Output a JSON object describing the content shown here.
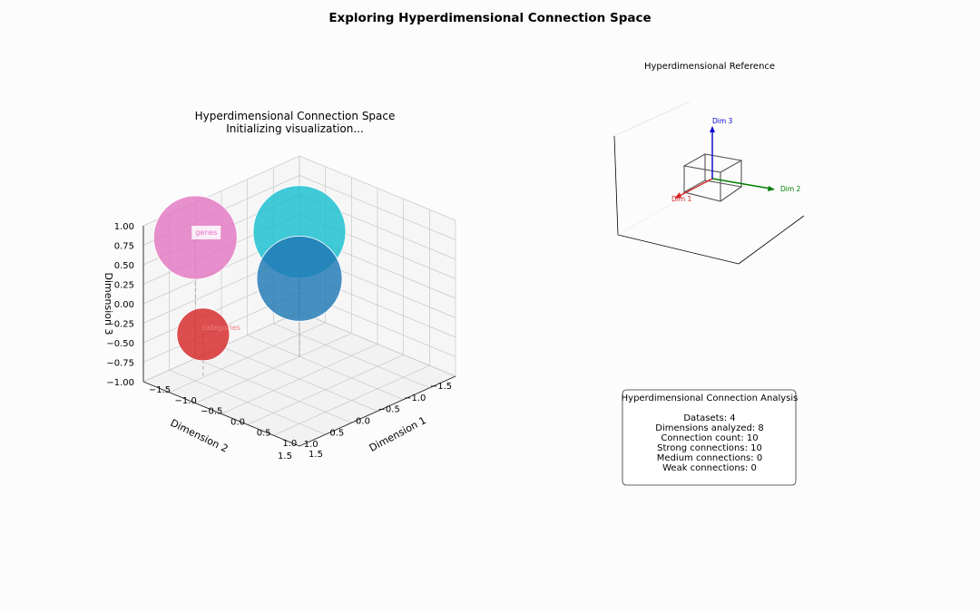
{
  "figure": {
    "suptitle": "Exploring Hyperdimensional Connection Space"
  },
  "main_plot": {
    "title_line1": "Hyperdimensional Connection Space",
    "title_line2": "Initializing visualization..."
  },
  "chart_data": [
    {
      "type": "scatter3d",
      "xlabel": "Dimension 1",
      "ylabel": "Dimension 2",
      "zlabel": "Dimension 3",
      "xlim": [
        -1.5,
        1.5
      ],
      "ylim": [
        -1.5,
        1.5
      ],
      "zlim": [
        -1.0,
        1.0
      ],
      "xticks": [
        "−1.5",
        "−1.0",
        "−0.5",
        "0.0",
        "0.5",
        "1.0",
        "1.5"
      ],
      "yticks": [
        "−1.5",
        "−1.0",
        "−0.5",
        "0.0",
        "0.5",
        "1.0",
        "1.5"
      ],
      "zticks": [
        "−1.00",
        "−0.75",
        "−0.50",
        "−0.25",
        "0.00",
        "0.25",
        "0.50",
        "0.75",
        "1.00"
      ],
      "grid": true,
      "points": [
        {
          "x": -0.5,
          "y": -0.5,
          "z": 0.6,
          "color": "#17becf",
          "label": ""
        },
        {
          "x": -0.5,
          "y": -0.5,
          "z": 0.0,
          "color": "#1f77b4",
          "label": ""
        },
        {
          "x": -1.5,
          "y": 0.5,
          "z": 0.55,
          "color": "#e377c2",
          "label": "genes"
        },
        {
          "x": -1.0,
          "y": 0.85,
          "z": -0.45,
          "color": "#d62728",
          "label": "categories"
        }
      ]
    },
    {
      "type": "axes-reference",
      "title": "Hyperdimensional Reference",
      "axes": [
        {
          "label": "Dim 1",
          "color": "#d62728"
        },
        {
          "label": "Dim 2",
          "color": "#008000"
        },
        {
          "label": "Dim 3",
          "color": "#0000cc"
        }
      ]
    }
  ],
  "analysis": {
    "title": "Hyperdimensional Connection Analysis",
    "lines": [
      "Datasets: 4",
      "Dimensions analyzed: 8",
      "Connection count: 10",
      "Strong connections: 10",
      "Medium connections: 0",
      "Weak connections: 0"
    ]
  }
}
